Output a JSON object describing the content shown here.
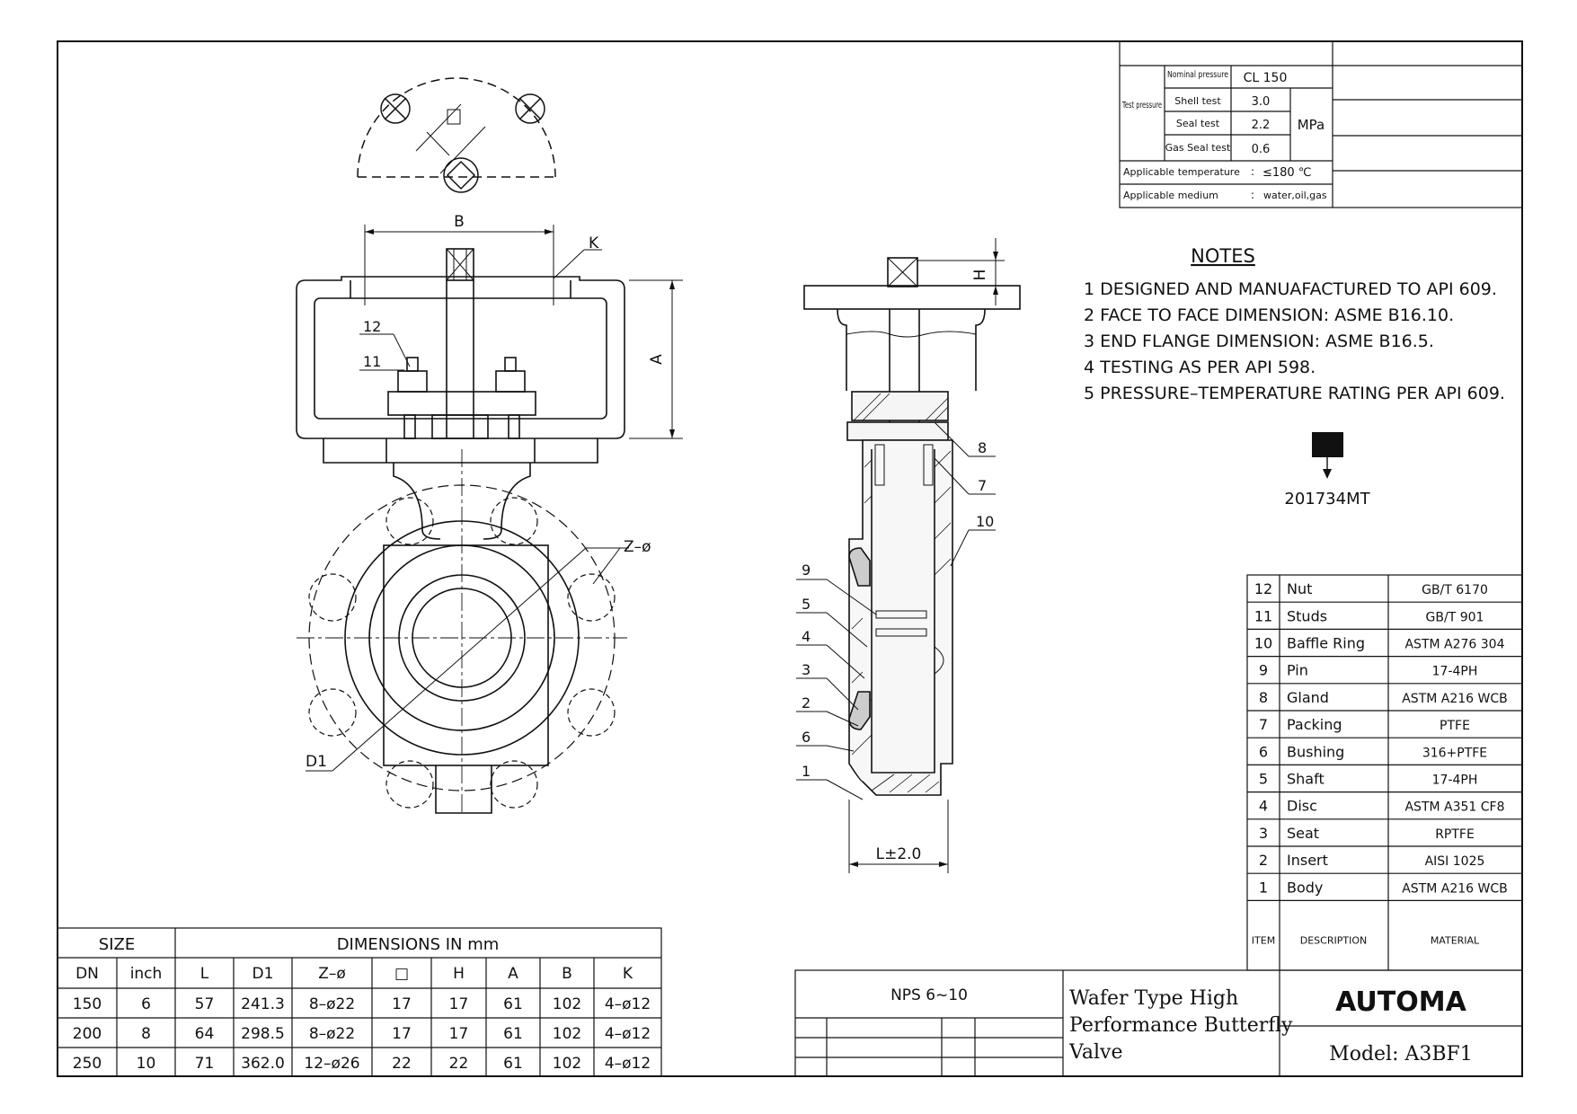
{
  "pressure_table": {
    "nominal_label": "Nominal pressure",
    "nominal_value": "CL 150",
    "test_label": "Test pressure",
    "tests": [
      {
        "label": "Shell test",
        "value": "3.0"
      },
      {
        "label": "Seal test",
        "value": "2.2"
      },
      {
        "label": "Gas Seal test",
        "value": "0.6"
      }
    ],
    "unit": "MPa",
    "temperature_label": "Applicable temperature",
    "temperature_value": "≤180 ℃",
    "medium_label": "Applicable medium",
    "medium_value": "water,oil,gas",
    "colon": ":"
  },
  "notes": {
    "title": "NOTES",
    "items": [
      "1 DESIGNED AND MANUAFACTURED TO API 609.",
      "2 FACE TO FACE DIMENSION: ASME B16.10.",
      "3 END FLANGE DIMENSION: ASME B16.5.",
      "4 TESTING AS PER  API 598.",
      "5 PRESSURE–TEMPERATURE RATING PER API 609."
    ]
  },
  "part_code": "201734MT",
  "drawing_labels": {
    "B": "B",
    "K": "K",
    "A": "A",
    "H": "H",
    "D1": "D1",
    "Z": "Z–ø",
    "L": "L±2.0",
    "balloons_front": [
      "12",
      "11"
    ],
    "balloons_section": [
      "8",
      "7",
      "10",
      "9",
      "5",
      "4",
      "3",
      "2",
      "6",
      "1"
    ]
  },
  "bom": {
    "rows": [
      {
        "item": "12",
        "description": "Nut",
        "material": "GB/T 6170"
      },
      {
        "item": "11",
        "description": "Studs",
        "material": "GB/T 901"
      },
      {
        "item": "10",
        "description": "Baffle Ring",
        "material": "ASTM A276 304"
      },
      {
        "item": "9",
        "description": "Pin",
        "material": "17-4PH"
      },
      {
        "item": "8",
        "description": "Gland",
        "material": "ASTM A216 WCB"
      },
      {
        "item": "7",
        "description": "Packing",
        "material": "PTFE"
      },
      {
        "item": "6",
        "description": "Bushing",
        "material": "316+PTFE"
      },
      {
        "item": "5",
        "description": "Shaft",
        "material": "17-4PH"
      },
      {
        "item": "4",
        "description": "Disc",
        "material": "ASTM A351 CF8"
      },
      {
        "item": "3",
        "description": "Seat",
        "material": "RPTFE"
      },
      {
        "item": "2",
        "description": "Insert",
        "material": "AISI 1025"
      },
      {
        "item": "1",
        "description": "Body",
        "material": "ASTM A216 WCB"
      }
    ],
    "header": {
      "item": "ITEM",
      "description": "DESCRIPTION",
      "material": "MATERIAL"
    }
  },
  "dimensions": {
    "size_header": "SIZE",
    "dim_header": "DIMENSIONS IN mm",
    "columns": [
      "DN",
      "inch",
      "L",
      "D1",
      "Z–ø",
      "□",
      "H",
      "A",
      "B",
      "K"
    ],
    "rows": [
      [
        "150",
        "6",
        "57",
        "241.3",
        "8–ø22",
        "17",
        "17",
        "61",
        "102",
        "4–ø12"
      ],
      [
        "200",
        "8",
        "64",
        "298.5",
        "8–ø22",
        "17",
        "17",
        "61",
        "102",
        "4–ø12"
      ],
      [
        "250",
        "10",
        "71",
        "362.0",
        "12–ø26",
        "22",
        "22",
        "61",
        "102",
        "4–ø12"
      ]
    ]
  },
  "title_block": {
    "size_range": "NPS 6~10",
    "title_lines": [
      "Wafer Type High",
      "Performance Butterfly",
      "Valve"
    ],
    "brand": "AUTOMA",
    "model": "Model: A3BF1"
  }
}
